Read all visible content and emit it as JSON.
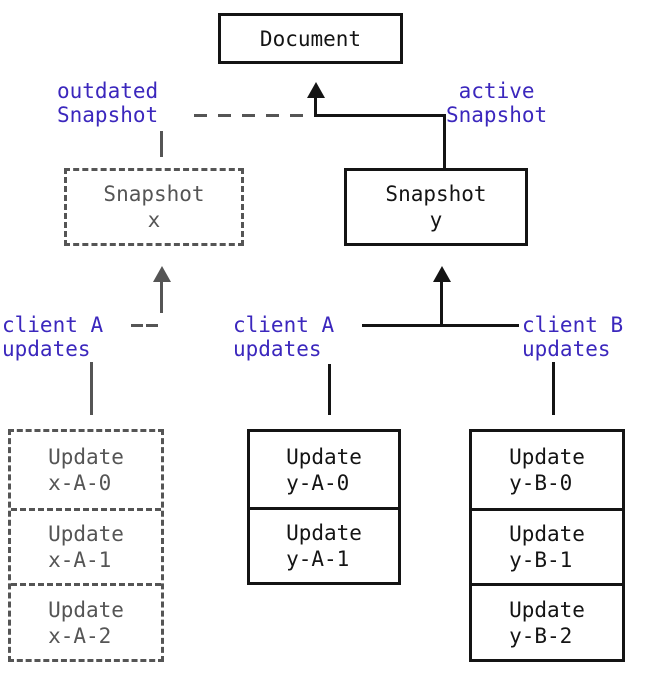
{
  "diagram_title": "snapshot-update-diagram",
  "colors": {
    "line_black": "#141414",
    "outdated_gray": "#555555",
    "annotation_purple": "#3B27BD",
    "background": "#ffffff"
  },
  "nodes": {
    "document": {
      "label": "Document",
      "state": "active"
    },
    "snapshot_x": {
      "label": "Snapshot\nx",
      "state": "outdated"
    },
    "snapshot_y": {
      "label": "Snapshot\ny",
      "state": "active"
    }
  },
  "annotations": {
    "outdated_snapshot": "outdated\nSnapshot",
    "active_snapshot": "active\nSnapshot",
    "client_a_outdated": "client A\nupdates",
    "client_a_active": "client A\nupdates",
    "client_b_active": "client B\nupdates"
  },
  "update_stacks": {
    "x_a": [
      "Update\nx-A-0",
      "Update\nx-A-1",
      "Update\nx-A-2"
    ],
    "y_a": [
      "Update\ny-A-0",
      "Update\ny-A-1"
    ],
    "y_b": [
      "Update\ny-B-0",
      "Update\ny-B-1",
      "Update\ny-B-2"
    ]
  }
}
